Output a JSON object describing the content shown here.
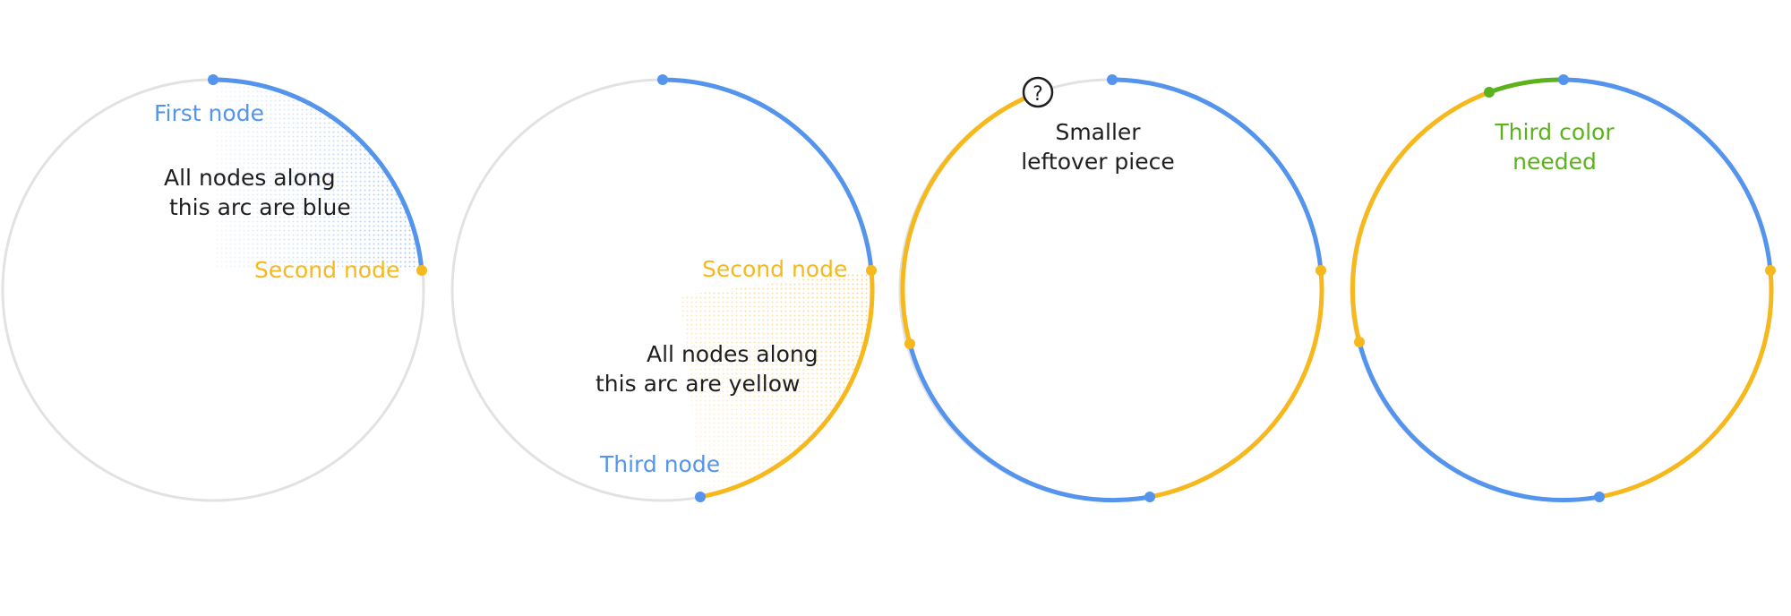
{
  "colors": {
    "gray": "#e2e2e2",
    "blue": "#5494ec",
    "yellow": "#f6b81c",
    "green": "#5bb21c",
    "dark": "#1f1f1f"
  },
  "panel1": {
    "first_node_label": "First node",
    "second_node_label": "Second node",
    "note_line1": "All nodes along",
    "note_line2": "this arc are blue"
  },
  "panel2": {
    "second_node_label": "Second node",
    "third_node_label": "Third node",
    "note_line1": "All nodes along",
    "note_line2": "this arc are yellow"
  },
  "panel3": {
    "question_mark": "?",
    "note_line1": "Smaller",
    "note_line2": "leftover piece"
  },
  "panel4": {
    "note_line1": "Third color",
    "note_line2": "needed"
  }
}
